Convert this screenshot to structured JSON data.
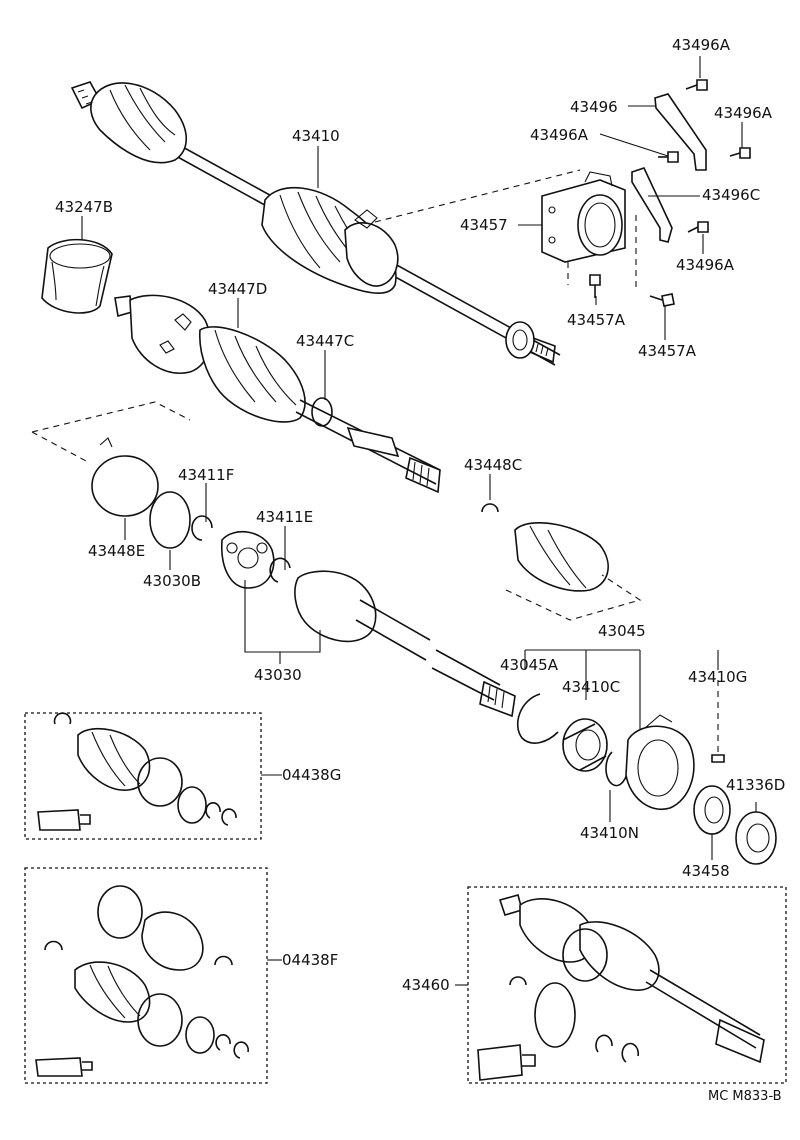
{
  "labels": {
    "p43496A_1": "43496A",
    "p43496": "43496",
    "p43496A_2": "43496A",
    "p43496A_3": "43496A",
    "p43410": "43410",
    "p43496C": "43496C",
    "p43247B": "43247B",
    "p43457": "43457",
    "p43496A_4": "43496A",
    "p43447D": "43447D",
    "p43457A_1": "43457A",
    "p43447C": "43447C",
    "p43457A_2": "43457A",
    "p43411F": "43411F",
    "p43448C": "43448C",
    "p43411E": "43411E",
    "p43448E": "43448E",
    "p43030B": "43030B",
    "p43045": "43045",
    "p43030": "43030",
    "p43045A": "43045A",
    "p43410C": "43410C",
    "p43410G": "43410G",
    "p04438G": "04438G",
    "p41336D": "41336D",
    "p43410N": "43410N",
    "p43458": "43458",
    "p04438F": "04438F",
    "p43460": "43460"
  },
  "reference": "MC M833-B"
}
